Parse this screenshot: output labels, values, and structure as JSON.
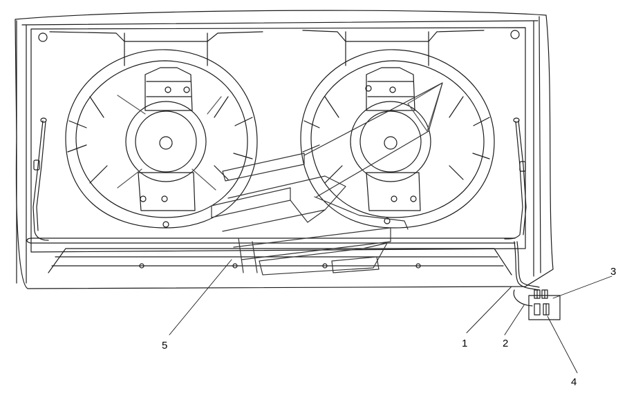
{
  "callouts": [
    {
      "id": "1",
      "label": "1"
    },
    {
      "id": "2",
      "label": "2"
    },
    {
      "id": "3",
      "label": "3"
    },
    {
      "id": "4",
      "label": "4"
    },
    {
      "id": "5",
      "label": "5"
    }
  ],
  "colors": {
    "line": "#1a1a1a",
    "hatch": "#555555",
    "logo": "#333333",
    "background": "#ffffff"
  }
}
